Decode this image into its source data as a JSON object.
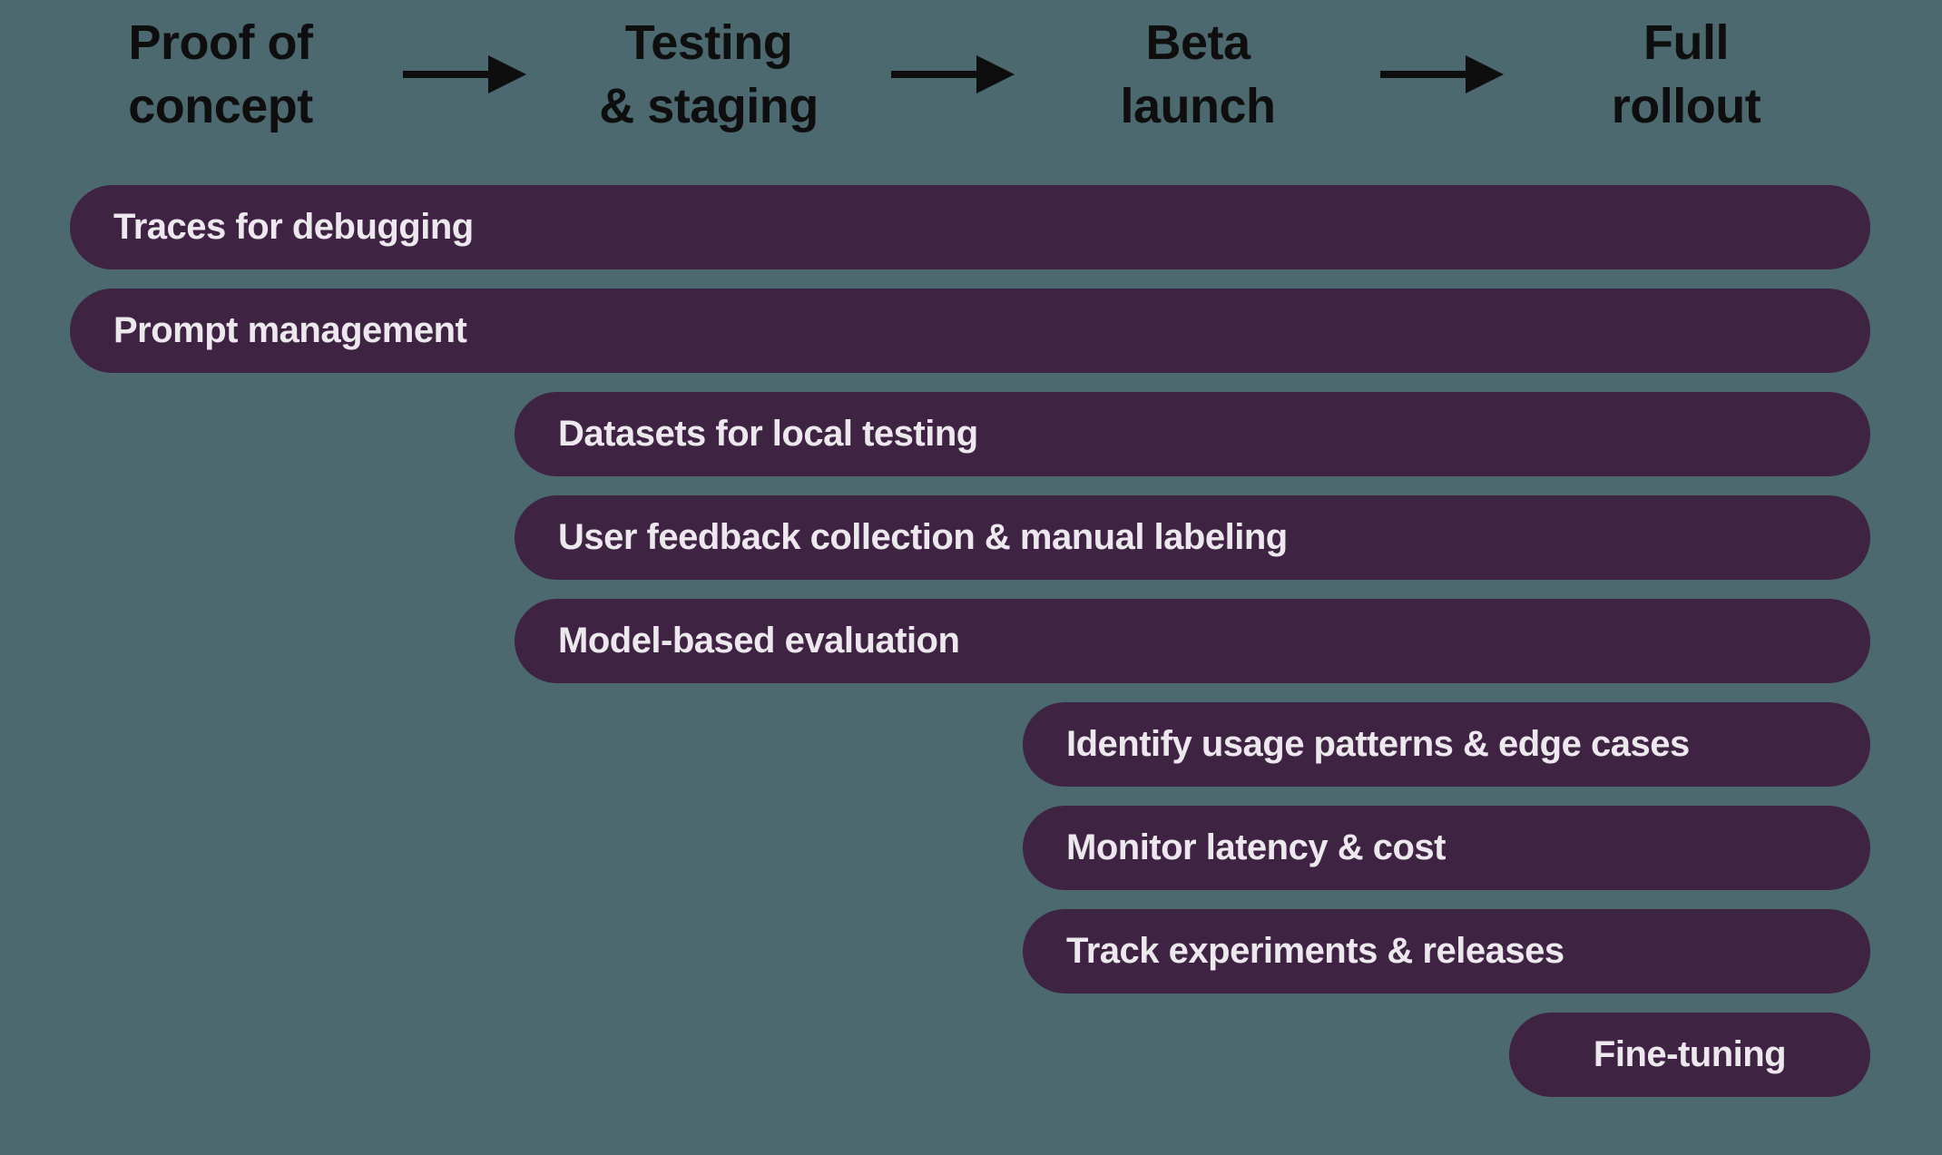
{
  "colors": {
    "background": "#4c6970",
    "bar": "#3e2343",
    "bar_text": "#ede8ee",
    "header_text": "#0e0e0e"
  },
  "stages": [
    {
      "line1": "Proof of",
      "line2": "concept"
    },
    {
      "line1": "Testing",
      "line2": "& staging"
    },
    {
      "line1": "Beta",
      "line2": "launch"
    },
    {
      "line1": "Full",
      "line2": "rollout"
    }
  ],
  "icons": {
    "stage_separator": "arrow-right"
  },
  "bars": [
    {
      "label": "Traces for debugging",
      "from_stage": "Proof of concept",
      "to_stage": "Full rollout"
    },
    {
      "label": "Prompt management",
      "from_stage": "Proof of concept",
      "to_stage": "Full rollout"
    },
    {
      "label": "Datasets for local testing",
      "from_stage": "Testing & staging",
      "to_stage": "Full rollout"
    },
    {
      "label": "User feedback collection & manual labeling",
      "from_stage": "Testing & staging",
      "to_stage": "Full rollout"
    },
    {
      "label": "Model-based evaluation",
      "from_stage": "Testing & staging",
      "to_stage": "Full rollout"
    },
    {
      "label": "Identify usage patterns & edge cases",
      "from_stage": "Beta launch",
      "to_stage": "Full rollout"
    },
    {
      "label": "Monitor latency & cost",
      "from_stage": "Beta launch",
      "to_stage": "Full rollout"
    },
    {
      "label": "Track experiments & releases",
      "from_stage": "Beta launch",
      "to_stage": "Full rollout"
    },
    {
      "label": "Fine-tuning",
      "from_stage": "Full rollout",
      "to_stage": "Full rollout"
    }
  ]
}
